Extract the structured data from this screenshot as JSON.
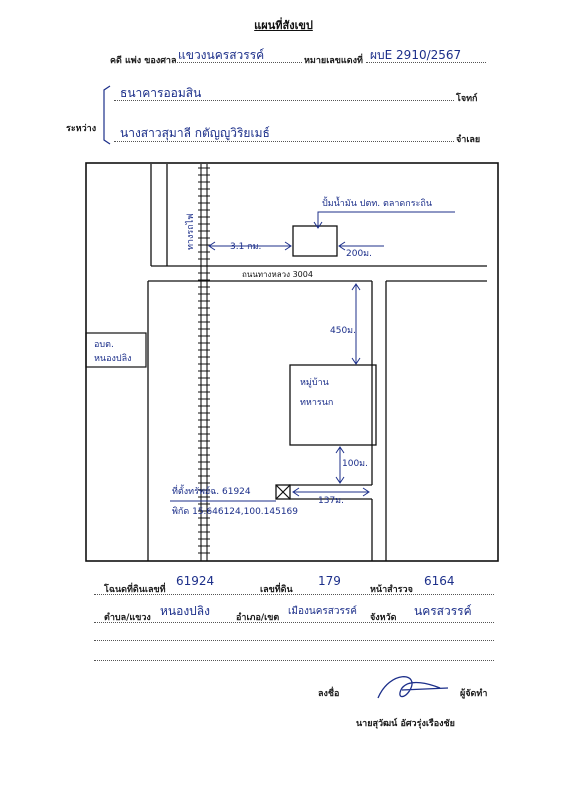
{
  "header": {
    "title": "แผนที่สังเขป",
    "case_label": "คดี แพ่ง ของศาล",
    "court_value": "แขวงนครสวรรค์",
    "case_no_label": "หมายเลขแดงที่",
    "case_no_value": "ผบE 2910/2567",
    "party_label": "ระหว่าง",
    "plaintiff_value": "ธนาคารออมสิน",
    "plaintiff_role": "โจทก์",
    "defendant_value": "นางสาวสุมาลี กตัญญูวิริยเมธ์",
    "defendant_role": "จำเลย"
  },
  "map": {
    "road_vertical_label": "ทางรถไฟ",
    "dist_railway": "3.1 กม.",
    "station_label": "ปั้มน้ำมัน ปตท. ตลาดกระถิน",
    "dist_station": "200ม.",
    "highway_label": "ถนนทางหลวง 3004",
    "village_label_1": "หมู่บ้าน",
    "village_label_2": "ทหารนก",
    "dist_village_top": "450ม.",
    "dist_village_bottom": "100ม.",
    "office_label_1": "อบต.",
    "office_label_2": "หนองปลิง",
    "plot_label": "ที่ตั้งทรัพย์ฉ. 61924",
    "plot_coords": "พิกัด 15.646124,100.145169",
    "dist_plot": "137ม."
  },
  "footer": {
    "deed_label": "โฉนดที่ดินเลขที่",
    "deed_value": "61924",
    "land_no_label": "เลขที่ดิน",
    "land_no_value": "179",
    "survey_label": "หน้าสำรวจ",
    "survey_value": "6164",
    "subdistrict_label": "ตำบล/แขวง",
    "subdistrict_value": "หนองปลิง",
    "district_label": "อำเภอ/เขต",
    "district_value": "เมืองนครสวรรค์",
    "province_label": "จังหวัด",
    "province_value": "นครสวรรค์",
    "sign_label": "ลงชื่อ",
    "maker_role": "ผู้จัดทำ",
    "maker_name": "นายสุวัฒน์ อัศวรุ่งเรืองชัย"
  }
}
